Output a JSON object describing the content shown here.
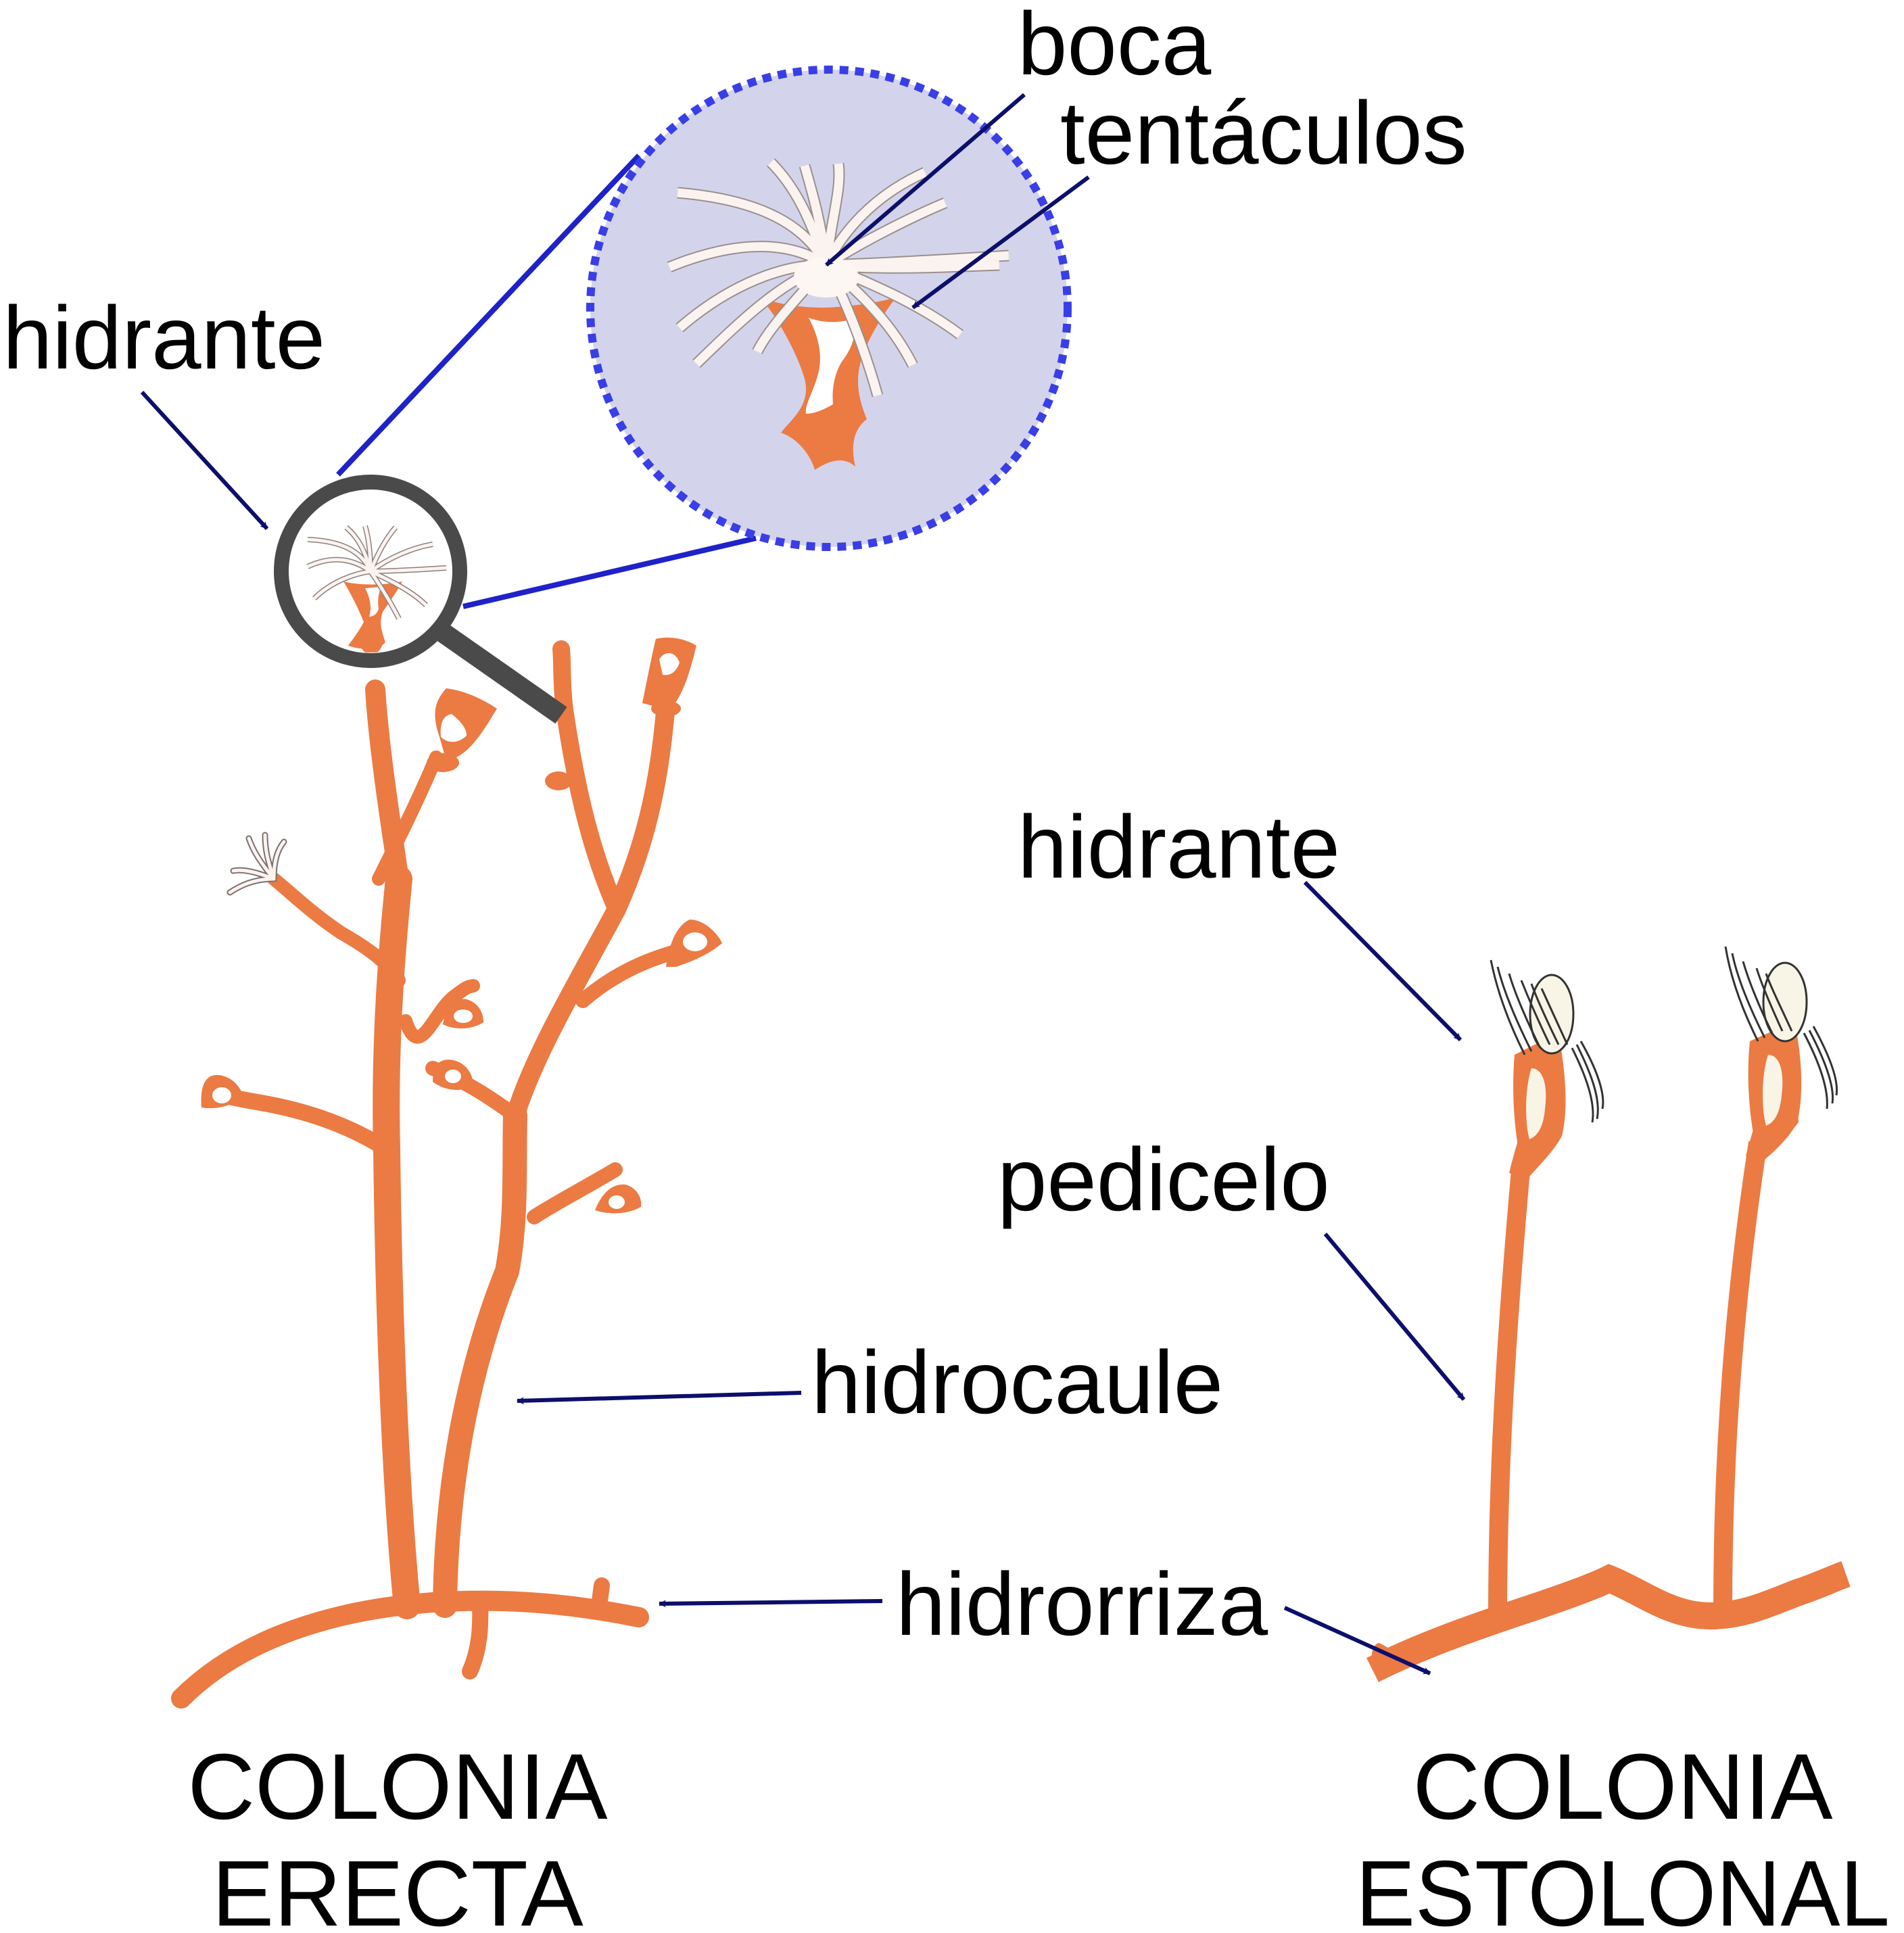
{
  "labels": {
    "boca": "boca",
    "tentaculos": "tentáculos",
    "hidrante_top": "hidrante",
    "hidrante_right": "hidrante",
    "pedicelo": "pedicelo",
    "hidrocaule": "hidrocaule",
    "hidrorriza": "hidrorriza"
  },
  "titles": {
    "erecta_line1": "COLONIA",
    "erecta_line2": "ERECTA",
    "estolonal_line1": "COLONIA",
    "estolonal_line2": "ESTOLONAL"
  },
  "colors": {
    "colony": "#ec7a43",
    "arrow": "#0d0f6b",
    "zoom_line": "#1f22c8",
    "zoom_fill": "#d3d4ec",
    "zoom_border": "#3a3ee6",
    "lens_frame": "#4a4a4a",
    "tentacle": "#fbf3f0"
  },
  "icons": {
    "magnifier": "magnifier-icon"
  }
}
